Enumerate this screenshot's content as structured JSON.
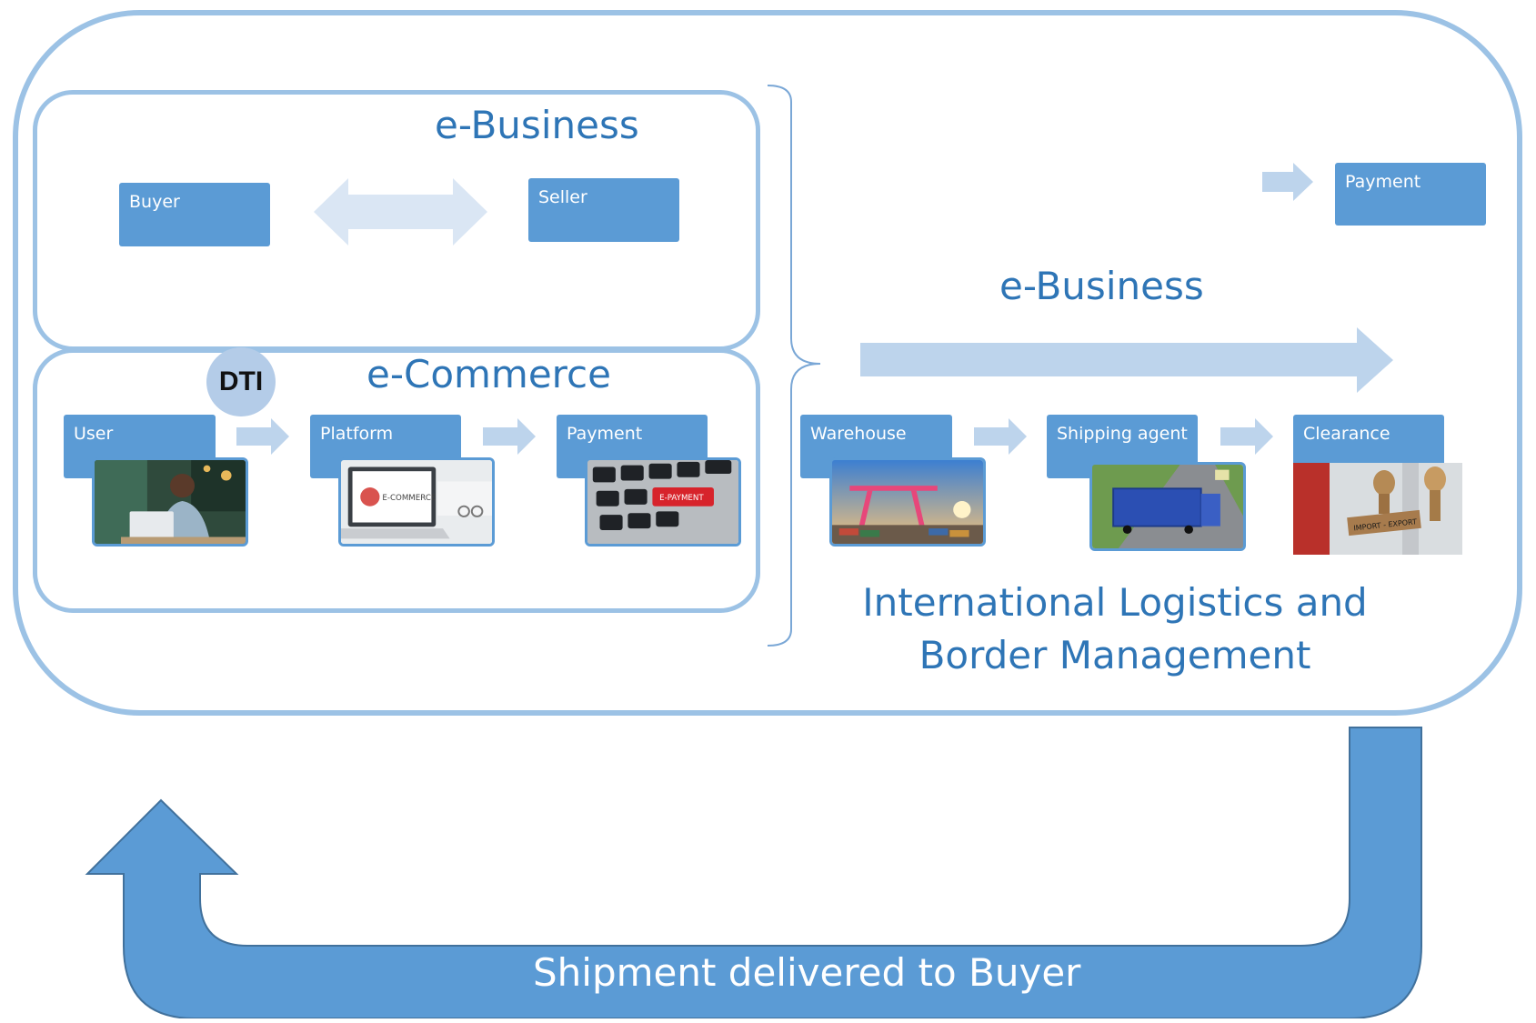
{
  "colors": {
    "frame": "#9cc2e5",
    "box": "#5b9bd5",
    "text_blue": "#2e75b6",
    "arrow_light": "#bdd4ec",
    "return_arrow": "#5b9bd5"
  },
  "ebusiness_panel": {
    "title": "e-Business",
    "buyer": "Buyer",
    "seller": "Seller"
  },
  "ecommerce_panel": {
    "title": "e-Commerce",
    "dti": "DTI",
    "user": "User",
    "platform": "Platform",
    "payment": "Payment"
  },
  "right": {
    "payment": "Payment",
    "title": "e-Business",
    "warehouse": "Warehouse",
    "shipping_agent": "Shipping agent",
    "clearance": "Clearance",
    "logistics_line1": "International Logistics and",
    "logistics_line2": "Border Management"
  },
  "thumbs": {
    "ecommerce_text": "E-COMMERCE",
    "epayment_text": "E-PAYMENT",
    "stamp_text": "IMPORT - EXPORT"
  },
  "bottom": {
    "label": "Shipment delivered to Buyer"
  },
  "icons": [
    "double-arrow-icon",
    "right-arrow-icon",
    "return-arrow-icon"
  ]
}
